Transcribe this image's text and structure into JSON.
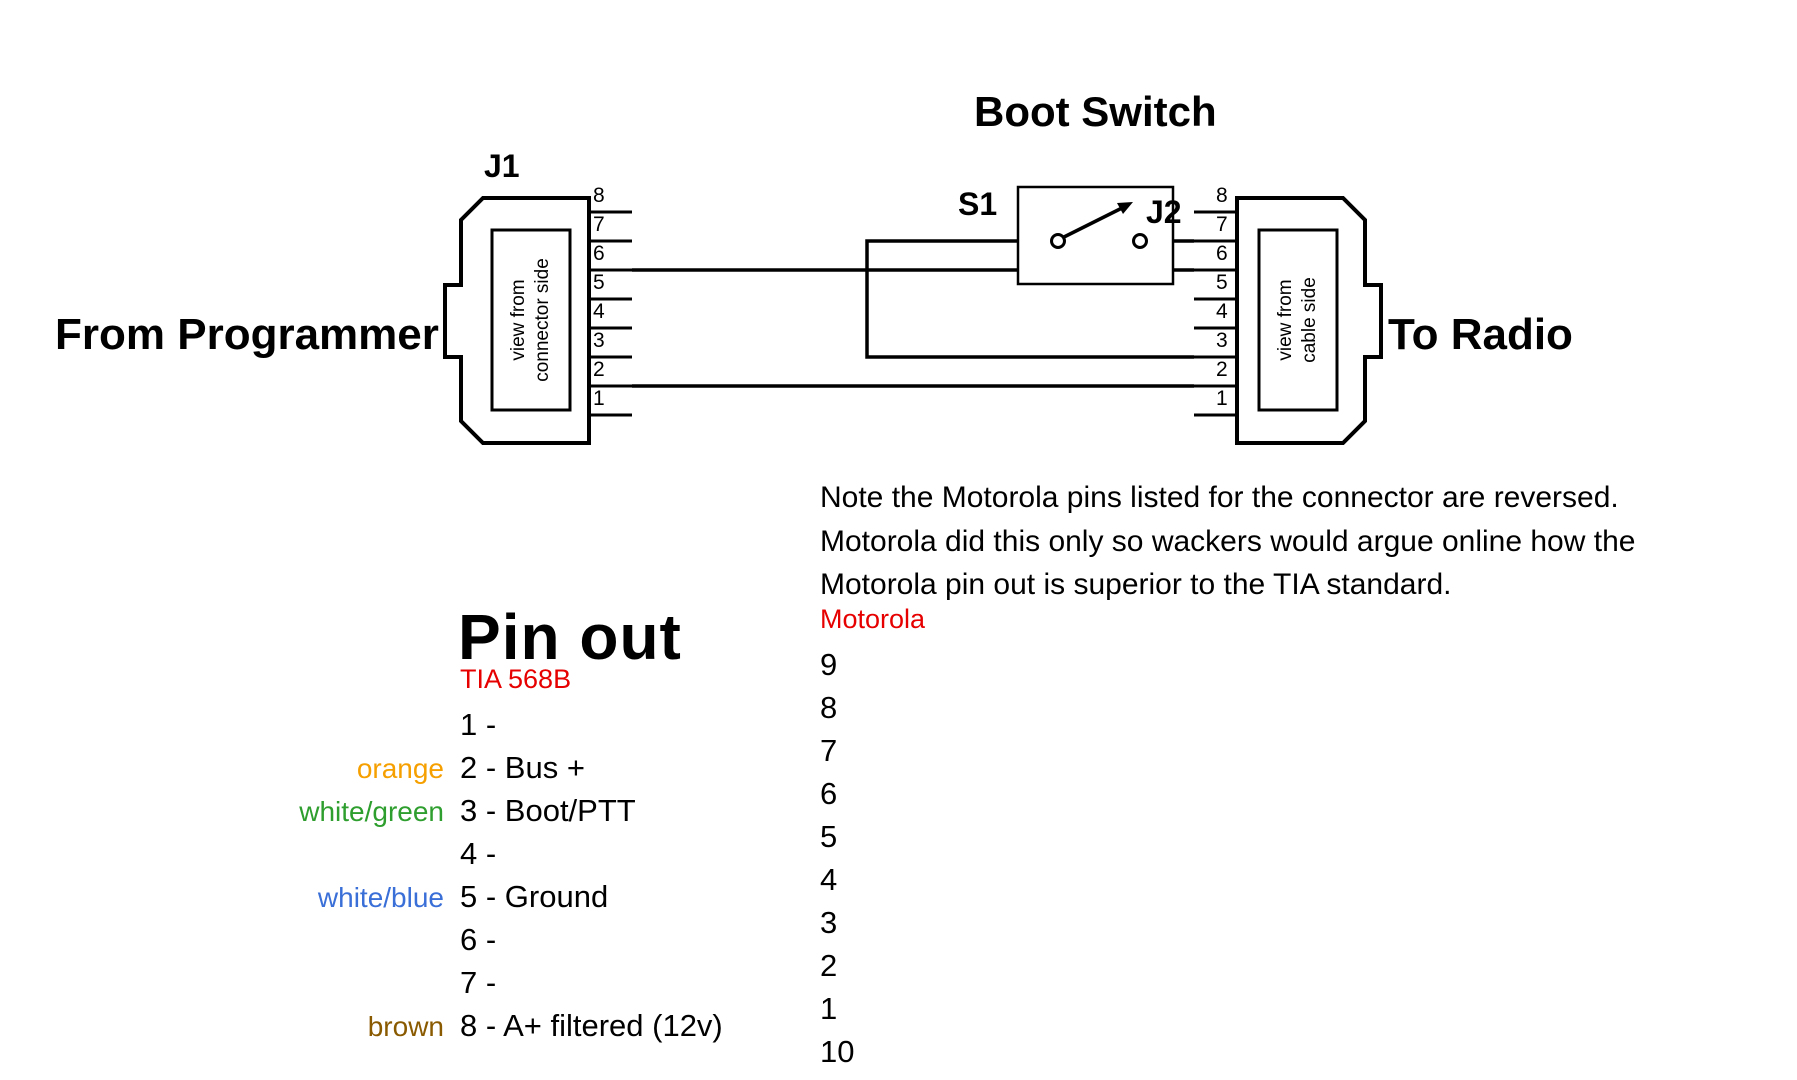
{
  "diagram": {
    "title": "Boot Switch",
    "left_label": "From Programmer",
    "right_label": "To Radio",
    "switch": {
      "name": "S1"
    },
    "j1": {
      "name": "J1",
      "view_line1": "view from",
      "view_line2": "connector side",
      "pins": [
        "8",
        "7",
        "6",
        "5",
        "4",
        "3",
        "2",
        "1"
      ]
    },
    "j2": {
      "name": "J2",
      "view_line1": "view from",
      "view_line2": "cable side",
      "pins": [
        "8",
        "7",
        "6",
        "5",
        "4",
        "3",
        "2",
        "1"
      ]
    }
  },
  "note": {
    "text": "Note the Motorola pins listed for the connector are reversed.\nMotorola did this only so wackers would argue online how the\nMotorola pin out is superior to the TIA standard."
  },
  "pinout": {
    "heading": "Pin out",
    "standard_label": "TIA 568B",
    "rows": [
      {
        "color_name": "",
        "color_hex": "",
        "label": "1 -"
      },
      {
        "color_name": "orange",
        "color_hex": "#F5A000",
        "label": "2 - Bus +"
      },
      {
        "color_name": "white/green",
        "color_hex": "#2E9E2E",
        "label": "3 - Boot/PTT"
      },
      {
        "color_name": "",
        "color_hex": "",
        "label": "4 -"
      },
      {
        "color_name": "white/blue",
        "color_hex": "#3A6FD8",
        "label": "5 - Ground"
      },
      {
        "color_name": "",
        "color_hex": "",
        "label": "6 -"
      },
      {
        "color_name": "",
        "color_hex": "",
        "label": "7 -"
      },
      {
        "color_name": "brown",
        "color_hex": "#8A5A00",
        "label": "8 - A+ filtered (12v)"
      }
    ],
    "motorola": {
      "heading": "Motorola",
      "numbers": [
        "9",
        "8",
        "7",
        "6",
        "5",
        "4",
        "3",
        "2",
        "1",
        "10"
      ]
    }
  },
  "colors": {
    "accent_red": "#E60000",
    "line_black": "#000000"
  }
}
